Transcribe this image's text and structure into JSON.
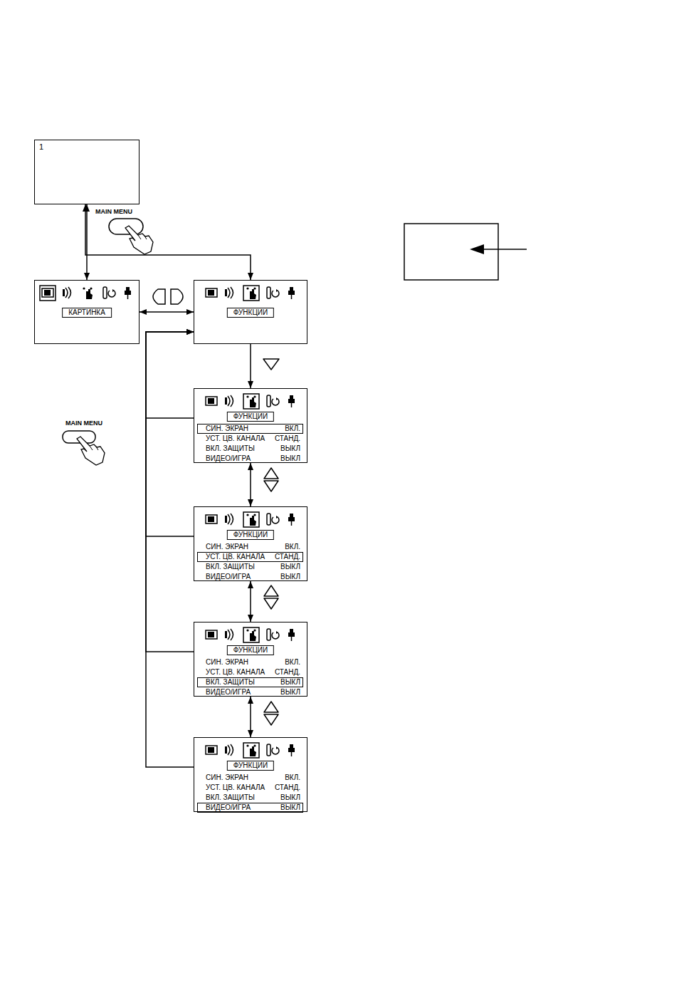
{
  "diagram": {
    "nodes": [
      {
        "text": [
          "1"
        ]
      },
      {
        "text": [
          "КАРТИНКА"
        ]
      },
      {
        "text": [
          "ФУНКЦИИ"
        ]
      },
      {
        "text": [
          "ФУНКЦИИ",
          "СИН. ЭКРАН",
          "ВКЛ.",
          "УСТ. ЦВ. КАНАЛА",
          "СТАНД.",
          "ВКЛ. ЗАЩИТЫ",
          "ВЫКЛ",
          "ВИДЕО/ИГРА",
          "ВЫКЛ"
        ]
      },
      {
        "text": [
          "ФУНКЦИИ",
          "СИН. ЭКРАН",
          "ВКЛ.",
          "УСТ. ЦВ. КАНАЛА",
          "СТАНД.",
          "ВКЛ. ЗАЩИТЫ",
          "ВЫКЛ",
          "ВИДЕО/ИГРА",
          "ВЫКЛ"
        ]
      },
      {
        "text": [
          "ФУНКЦИИ",
          "СИН. ЭКРАН",
          "ВКЛ.",
          "УСТ. ЦВ. КАНАЛА",
          "СТАНД.",
          "ВКЛ. ЗАЩИТЫ",
          "ВЫКЛ",
          "ВИДЕО/ИГРА",
          "ВЫКЛ"
        ]
      },
      {
        "text": [
          "ФУНКЦИИ",
          "СИН. ЭКРАН",
          "ВКЛ.",
          "УСТ. ЦВ. КАНАЛА",
          "СТАНД.",
          "ВКЛ. ЗАЩИТЫ",
          "ВЫКЛ",
          "ВИДЕО/ИГРА",
          "ВЫКЛ"
        ]
      }
    ],
    "edges": [
      {
        "from": 0,
        "to": 1,
        "arrow": "both"
      },
      {
        "from": 0,
        "to": 2,
        "arrow": "both"
      },
      {
        "from": 1,
        "to": 2,
        "arrow": "both"
      },
      {
        "from": 2,
        "to": 3,
        "arrow": "to"
      },
      {
        "from": 3,
        "to": 4,
        "arrow": "both"
      },
      {
        "from": 4,
        "to": 5,
        "arrow": "both"
      },
      {
        "from": 5,
        "to": 6,
        "arrow": "both"
      },
      {
        "from": 3,
        "to": 2,
        "arrow": "to"
      },
      {
        "from": 4,
        "to": 2,
        "arrow": "to"
      },
      {
        "from": 5,
        "to": 2,
        "arrow": "to"
      },
      {
        "from": 6,
        "to": 2,
        "arrow": "to"
      }
    ],
    "labels": [
      "MAIN MENU",
      "MAIN MENU"
    ]
  }
}
